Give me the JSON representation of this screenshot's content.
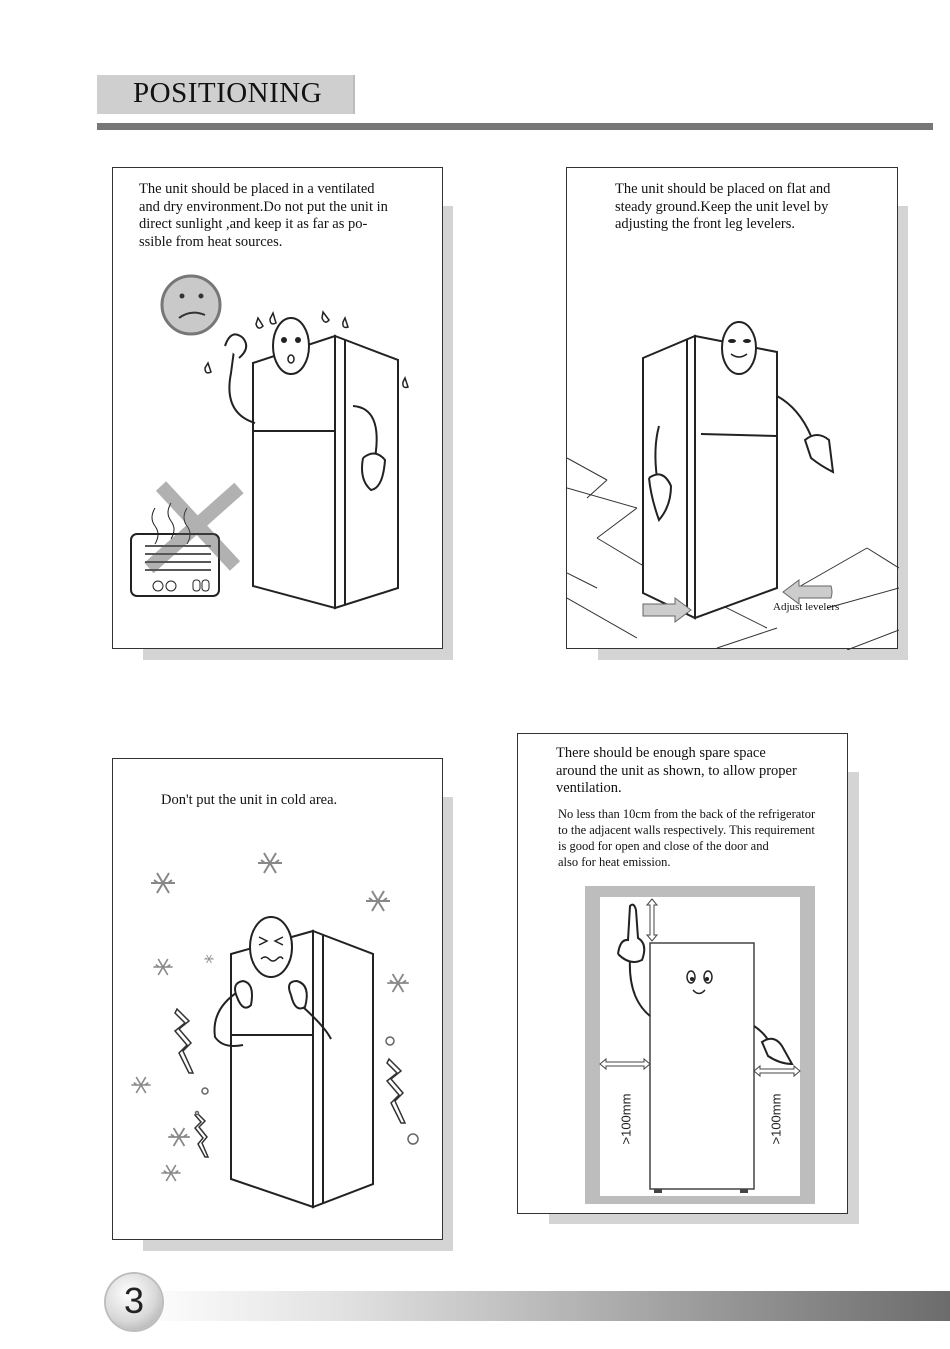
{
  "page": {
    "title": "POSITIONING",
    "page_number": "3"
  },
  "panels": {
    "ventilated": {
      "text": "The unit should be placed in a ventilated\nand dry environment.Do not put the unit in\ndirect sunlight ,and keep it as far as po-\nssible from  heat sources."
    },
    "level": {
      "text": "The unit should be placed on flat and\nsteady ground.Keep the unit level by\nadjusting the front leg levelers.",
      "callout": "Adjust levelers"
    },
    "cold": {
      "text": "Don't put the unit in cold area."
    },
    "space": {
      "text": "There should be enough spare space\naround the unit as shown, to allow proper\nventilation.",
      "note": "No less than 10cm from the back of the refrigerator\nto the adjacent walls respectively. This requirement\nis good for open and close of the door and\nalso for heat emission.",
      "left_clearance": ">100mm",
      "right_clearance": ">100mm"
    }
  },
  "icons": [
    "sad-face-icon",
    "heater-icon",
    "cross-mark-icon",
    "snowflake-icon",
    "arrow-icon"
  ],
  "colors": {
    "rule": "#777777",
    "title_box": "#cfcfcf",
    "shadow": "#d4d4d4"
  }
}
